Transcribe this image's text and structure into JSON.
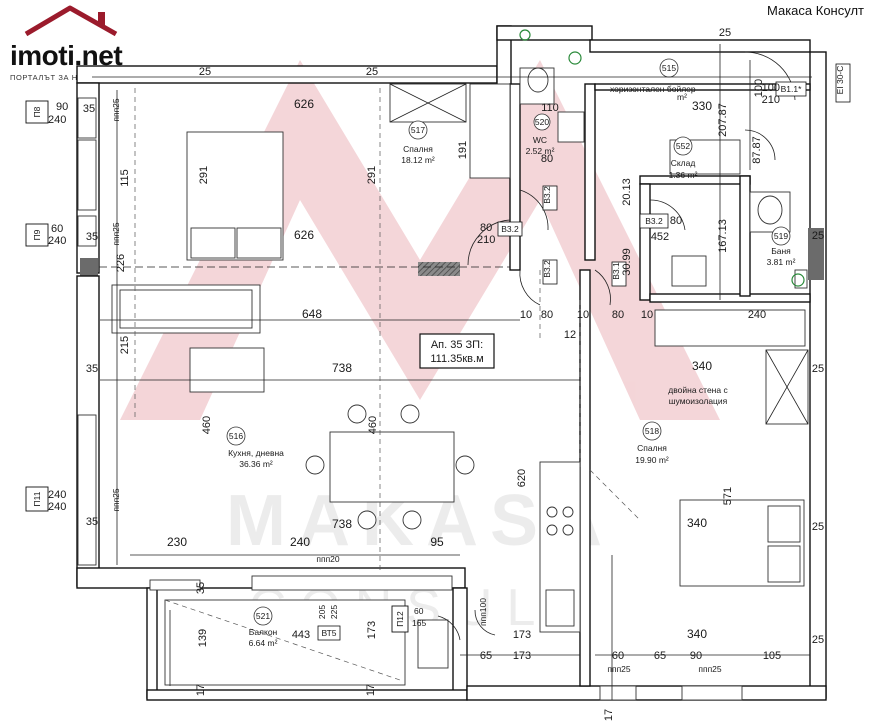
{
  "brand": {
    "name": "imoti.net",
    "tagline": "ПОРТАЛЪТ ЗА НЕДВИЖИМИ ИМОТИ",
    "accent_color": "#9b1b2c"
  },
  "company": "Макаса Консулт",
  "watermark": {
    "line1": "MAKASA",
    "line2": "CONSULT"
  },
  "apartment_label": {
    "line1": "Ап. 35 ЗП:",
    "line2": "111.35кв.м"
  },
  "rooms": [
    {
      "id": "517",
      "name": "Спалня",
      "area": "18.12 m²"
    },
    {
      "id": "520",
      "name": "WC",
      "area": "2.52 m²"
    },
    {
      "id": "515",
      "name": "хоризонтален бойлер",
      "area": "m²"
    },
    {
      "id": "552",
      "name": "Склад",
      "area": "1.36 m²"
    },
    {
      "id": "519",
      "name": "Баня",
      "area": "3.81 m²"
    },
    {
      "id": "516",
      "name": "Кухня, дневна",
      "area": "36.36 m²"
    },
    {
      "id": "518",
      "name": "Спалня",
      "area": "19.90 m²"
    },
    {
      "id": "521",
      "name": "Балкон",
      "area": "6.64 m²"
    }
  ],
  "notes": {
    "double_wall_1": "двойна стена с",
    "double_wall_2": "шумоизолация"
  },
  "window_tags": [
    {
      "tag": "П8",
      "w": "90",
      "h": "240"
    },
    {
      "tag": "П9",
      "w": "60",
      "h": "240"
    },
    {
      "tag": "П11",
      "w": "240",
      "h": "240"
    },
    {
      "tag": "П12",
      "w": "60",
      "h": "165"
    }
  ],
  "door_tags": [
    {
      "tag": "В3.2",
      "w": "80",
      "h": "210"
    },
    {
      "tag": "В3.1",
      "w": "80",
      "h": "210"
    },
    {
      "tag": "В1.1*",
      "w": "100",
      "h": "210"
    },
    {
      "tag": "ВТ5",
      "w": "",
      "h": ""
    },
    {
      "tag": "EI 30-C",
      "w": "",
      "h": ""
    }
  ],
  "dimensions": {
    "top_left_25a": "25",
    "top_left_25b": "25",
    "top_626": "626",
    "top_191": "191",
    "top_291a": "291",
    "top_291b": "291",
    "top_626b": "626",
    "top_110": "110",
    "top_330": "330",
    "top_207_87": "207.87",
    "top_100": "100",
    "top_87_87": "87.87",
    "d_115": "115",
    "d_35a": "35",
    "d_35b": "35",
    "d_35c": "35",
    "d_35d": "35",
    "d_35e": "35",
    "d_226": "226",
    "d_648": "648",
    "d_215": "215",
    "d_738a": "738",
    "d_738b": "738",
    "d_460a": "460",
    "d_460b": "460",
    "d_620": "620",
    "d_571": "571",
    "d_340a": "340",
    "d_340b": "340",
    "d_340c": "340",
    "d_240a": "240",
    "d_240b": "240",
    "d_230": "230",
    "d_95": "95",
    "d_173a": "173",
    "d_173b": "173",
    "d_173c": "173",
    "d_443": "443",
    "d_139": "139",
    "d_20_13": "20.13",
    "d_452": "452",
    "d_167_13": "167.13",
    "d_30_99": "30.99",
    "d_80a": "80",
    "d_80b": "80",
    "d_80c": "80",
    "d_80d": "80",
    "d_10a": "10",
    "d_10b": "10",
    "d_10c": "10",
    "d_12": "12",
    "d_60": "60",
    "d_65a": "65",
    "d_65b": "65",
    "d_90": "90",
    "d_105": "105",
    "d_17a": "17",
    "d_17b": "17",
    "d_17c": "17",
    "d_25r1": "25",
    "d_25r2": "25",
    "d_25r3": "25",
    "d_25r4": "25",
    "d_25r5": "25",
    "sill_ppp25a": "ппп25",
    "sill_ppp25b": "ппп25",
    "sill_ppp25c": "ппп25",
    "sill_ppp20": "ппп20",
    "sill_ppp25d": "ппп25",
    "sill_ppp25e": "ппп25",
    "sill_ppp100": "ппп100",
    "d_205": "205",
    "d_225": "225"
  }
}
